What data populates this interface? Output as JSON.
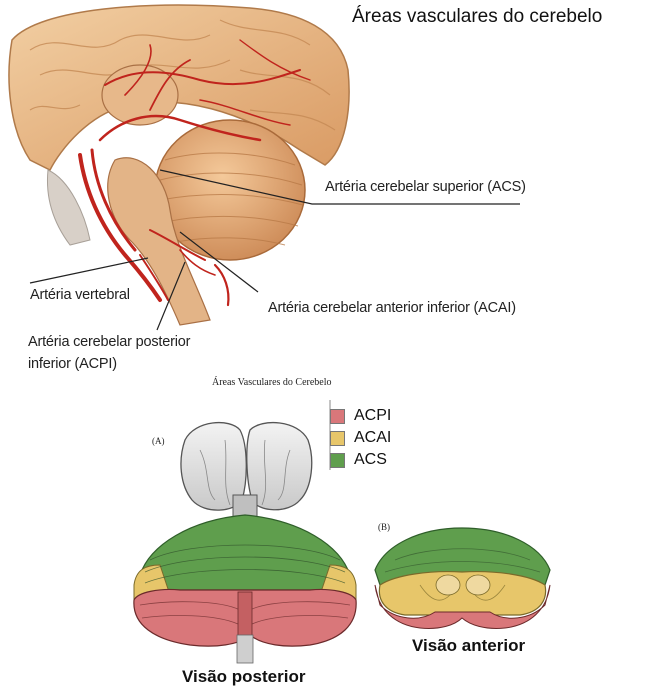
{
  "title": "Áreas vasculares do cerebelo",
  "labels": {
    "acs": "Artéria cerebelar superior (ACS)",
    "vertebral": "Artéria vertebral",
    "acai": "Artéria cerebelar anterior inferior  (ACAI)",
    "acpi_line1": "Artéria cerebelar posterior",
    "acpi_line2": "inferior (ACPI)"
  },
  "subtitle": "Áreas Vasculares do Cerebelo",
  "panel_tags": {
    "a": "(A)",
    "b": "(B)"
  },
  "legend": [
    {
      "label": "ACPI",
      "color": "#d9777a"
    },
    {
      "label": "ACAI",
      "color": "#e7c66a"
    },
    {
      "label": "ACS",
      "color": "#5f9e4d"
    }
  ],
  "views": {
    "posterior": "Visão posterior",
    "anterior": "Visão anterior"
  }
}
